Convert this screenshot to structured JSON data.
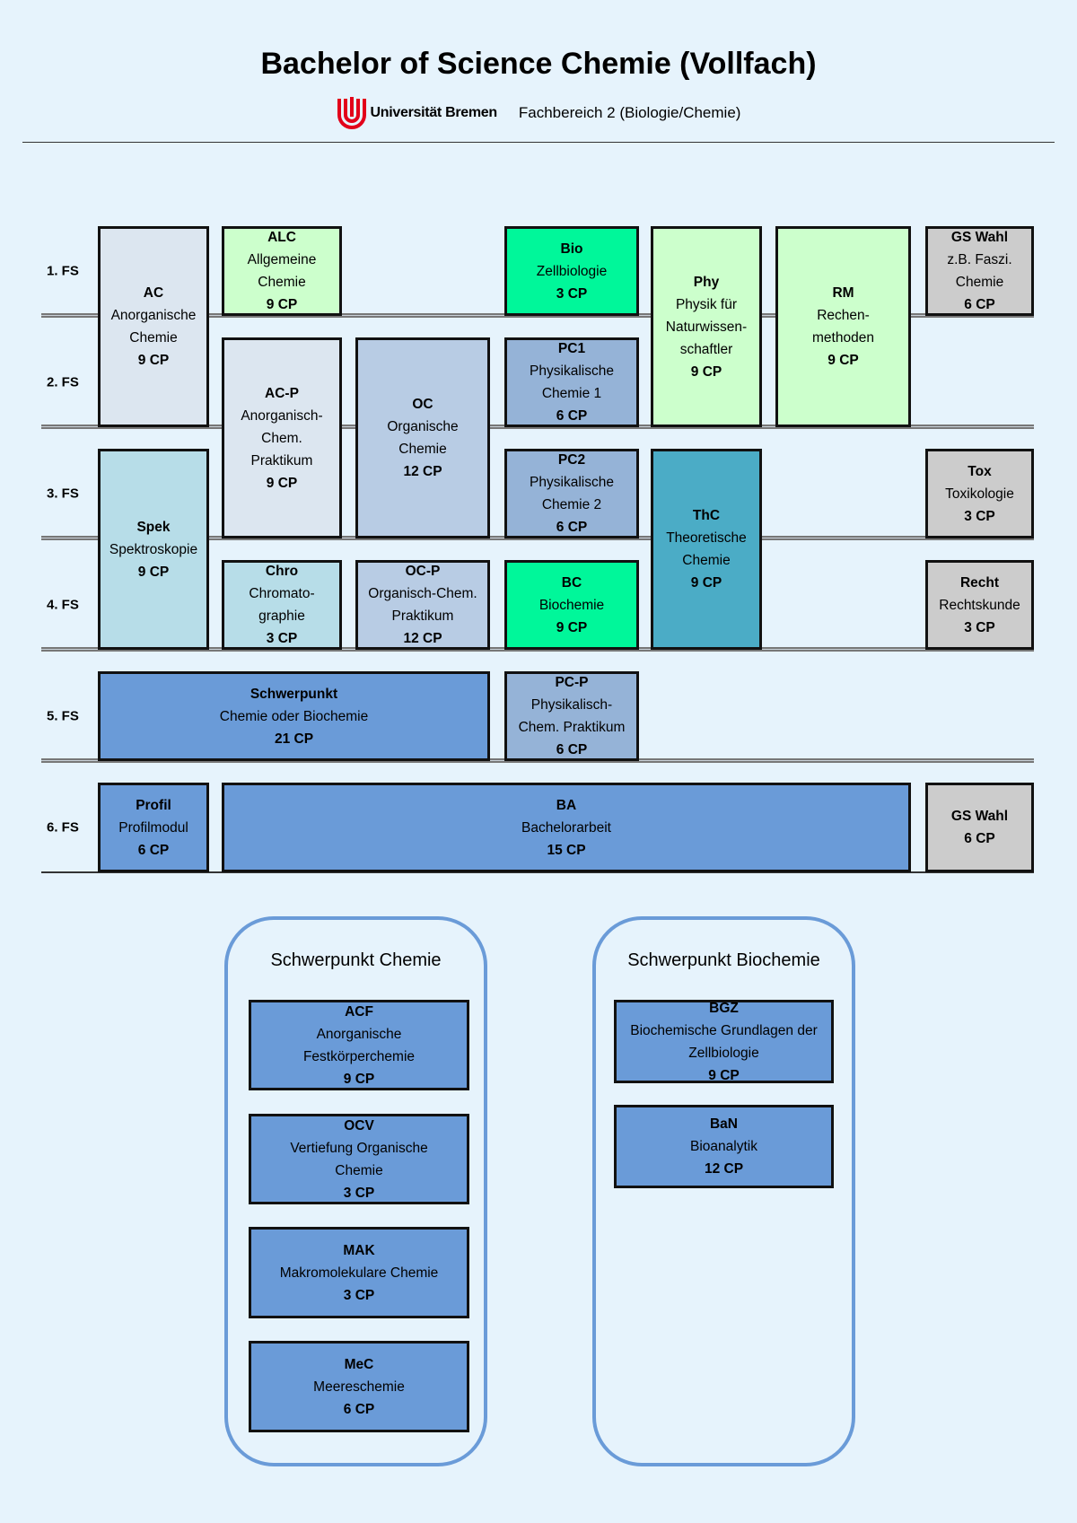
{
  "header": {
    "title": "Bachelor of Science Chemie (Vollfach)",
    "university": "Universität Bremen",
    "department": "Fachbereich 2 (Biologie/Chemie)"
  },
  "colors": {
    "background": "#e6f3fc",
    "accent_blue": "#6a9bd8",
    "logo_red": "#e2001a"
  },
  "semesters": [
    "1. FS",
    "2. FS",
    "3. FS",
    "4. FS",
    "5. FS",
    "6. FS"
  ],
  "modules": [
    {
      "abbr": "AC",
      "name": "Anorganische\nChemie",
      "cp": "9 CP",
      "color": "#dce6f0"
    },
    {
      "abbr": "ALC",
      "name": "Allgemeine\nChemie",
      "cp": "9 CP",
      "color": "#ccffcc"
    },
    {
      "abbr": "Bio",
      "name": "Zellbiologie",
      "cp": "3 CP",
      "color": "#00f79a"
    },
    {
      "abbr": "Phy",
      "name": "Physik für\nNaturwissen-\nschaftler",
      "cp": "9 CP",
      "color": "#ccffcc"
    },
    {
      "abbr": "RM",
      "name": "Rechen-\nmethoden",
      "cp": "9 CP",
      "color": "#ccffcc"
    },
    {
      "abbr": "GS Wahl",
      "name": "z.B. Faszi.\nChemie",
      "cp": "6 CP",
      "color": "#cccccc"
    },
    {
      "abbr": "AC-P",
      "name": "Anorganisch-\nChem.\nPraktikum",
      "cp": "9 CP",
      "color": "#dce6f0"
    },
    {
      "abbr": "OC",
      "name": "Organische\nChemie",
      "cp": "12 CP",
      "color": "#b8cce4"
    },
    {
      "abbr": "PC1",
      "name": "Physikalische\nChemie 1",
      "cp": "6 CP",
      "color": "#95b3d7"
    },
    {
      "abbr": "Spek",
      "name": "Spektroskopie",
      "cp": "9 CP",
      "color": "#b7dde8"
    },
    {
      "abbr": "PC2",
      "name": "Physikalische\nChemie 2",
      "cp": "6 CP",
      "color": "#95b3d7"
    },
    {
      "abbr": "ThC",
      "name": "Theoretische\nChemie",
      "cp": "9 CP",
      "color": "#4bacc6"
    },
    {
      "abbr": "Tox",
      "name": "Toxikologie",
      "cp": "3 CP",
      "color": "#cccccc"
    },
    {
      "abbr": "Chro",
      "name": "Chromato-\ngraphie",
      "cp": "3 CP",
      "color": "#b7dde8"
    },
    {
      "abbr": "OC-P",
      "name": "Organisch-Chem.\nPraktikum",
      "cp": "12 CP",
      "color": "#b8cce4"
    },
    {
      "abbr": "BC",
      "name": "Biochemie",
      "cp": "9 CP",
      "color": "#00f79a"
    },
    {
      "abbr": "Recht",
      "name": "Rechtskunde",
      "cp": "3 CP",
      "color": "#cccccc"
    },
    {
      "abbr": "Schwerpunkt",
      "name": "Chemie oder Biochemie",
      "cp": "21 CP",
      "color": "#6a9bd8"
    },
    {
      "abbr": "PC-P",
      "name": "Physikalisch-\nChem. Praktikum",
      "cp": "6 CP",
      "color": "#95b3d7"
    },
    {
      "abbr": "Profil",
      "name": "Profilmodul",
      "cp": "6 CP",
      "color": "#6a9bd8"
    },
    {
      "abbr": "BA",
      "name": "Bachelorarbeit",
      "cp": "15 CP",
      "color": "#6a9bd8"
    },
    {
      "abbr": "GS Wahl",
      "name": " ",
      "cp": "6 CP",
      "color": "#cccccc"
    }
  ],
  "focus_areas": [
    {
      "title": "Schwerpunkt Chemie",
      "modules": [
        {
          "abbr": "ACF",
          "name": "Anorganische\nFestkörperchemie",
          "cp": "9 CP"
        },
        {
          "abbr": "OCV",
          "name": "Vertiefung Organische\nChemie",
          "cp": "3 CP"
        },
        {
          "abbr": "MAK",
          "name": "Makromolekulare Chemie",
          "cp": "3 CP"
        },
        {
          "abbr": "MeC",
          "name": "Meereschemie",
          "cp": "6 CP"
        }
      ]
    },
    {
      "title": "Schwerpunkt Biochemie",
      "modules": [
        {
          "abbr": "BGZ",
          "name": "Biochemische Grundlagen der\nZellbiologie",
          "cp": "9 CP"
        },
        {
          "abbr": "BaN",
          "name": "Bioanalytik",
          "cp": "12 CP"
        }
      ]
    }
  ]
}
